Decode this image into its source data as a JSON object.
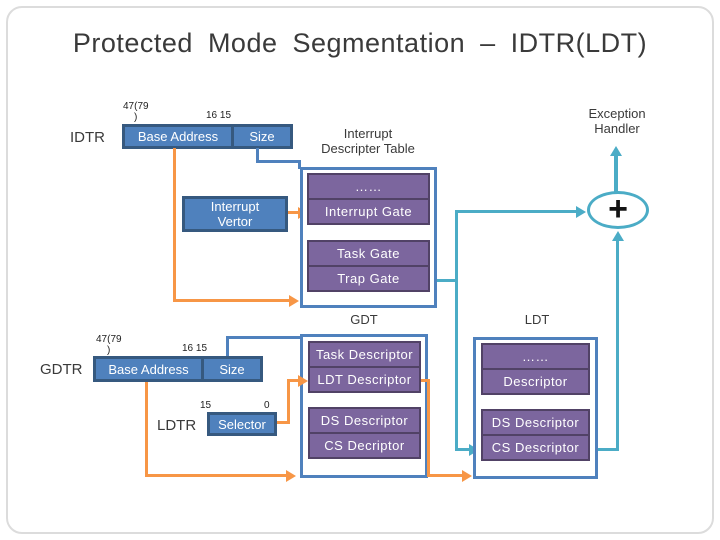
{
  "title": "Protected Mode Segmentation – IDTR(LDT)",
  "registers": {
    "idtr": {
      "label": "IDTR",
      "bit_high": "47(79",
      "bit_wrap": ")",
      "bit_mid": "16 15",
      "base": "Base Address",
      "size": "Size"
    },
    "gdtr": {
      "label": "GDTR",
      "bit_high": "47(79",
      "bit_wrap": ")",
      "bit_mid": "16 15",
      "base": "Base Address",
      "size": "Size"
    },
    "ldtr": {
      "label": "LDTR",
      "bit_high": "15",
      "bit_low": "0",
      "selector": "Selector"
    }
  },
  "interrupt_vector": {
    "line1": "Interrupt",
    "line2": "Vertor"
  },
  "idt": {
    "title_line1": "Interrupt",
    "title_line2": "Descripter Table",
    "rows": [
      "……",
      "Interrupt Gate",
      "Task Gate",
      "Trap Gate"
    ]
  },
  "gdt": {
    "title": "GDT",
    "rows": [
      "Task Descriptor",
      "LDT Descriptor",
      "DS Descriptor",
      "CS Decriptor"
    ]
  },
  "ldt": {
    "title": "LDT",
    "rows": [
      "……",
      "Descriptor",
      "DS Descriptor",
      "CS Descriptor"
    ]
  },
  "exception_handler": {
    "line1": "Exception",
    "line2": "Handler"
  },
  "adder": {
    "symbol": "+"
  },
  "colors": {
    "accent_blue": "#4f81bd",
    "accent_purple": "#7c669e",
    "accent_teal": "#4bacc6",
    "accent_orange": "#f79646",
    "border_purple": "#514266",
    "border_blue": "#36597f"
  }
}
